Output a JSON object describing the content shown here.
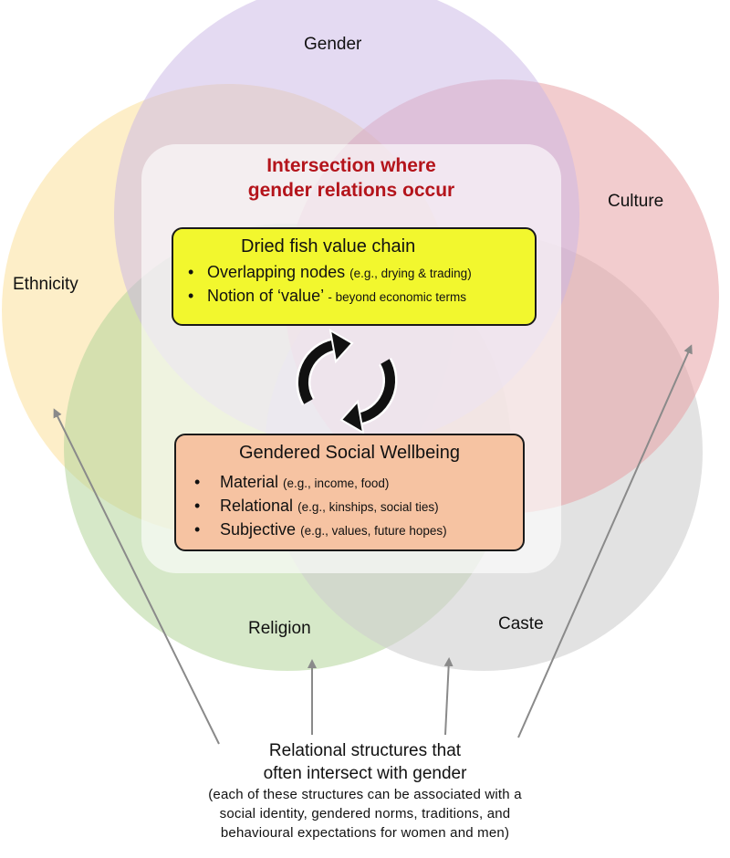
{
  "circles": {
    "gender": "Gender",
    "culture": "Culture",
    "ethnicity": "Ethnicity",
    "religion": "Religion",
    "caste": "Caste"
  },
  "colors": {
    "gender": "#c9b6e6",
    "culture": "#e7a3a6",
    "ethnicity": "#fbe09a",
    "religion": "#b5d69a",
    "caste": "#cfcfcf",
    "intersection_title": "#b4141b",
    "value_box": "#f2f72e",
    "wellbeing_box": "#f6c3a2"
  },
  "intersection": {
    "title_line1": "Intersection where",
    "title_line2": "gender relations occur"
  },
  "value_chain": {
    "title": "Dried fish value chain",
    "items": [
      {
        "main": "Overlapping nodes",
        "detail": "(e.g., drying & trading)"
      },
      {
        "main": "Notion of ‘value’",
        "detail": "- beyond economic terms"
      }
    ]
  },
  "cycle_icon": "circular-arrows-icon",
  "wellbeing": {
    "title": "Gendered Social Wellbeing",
    "items": [
      {
        "main": "Material",
        "detail": "(e.g., income, food)"
      },
      {
        "main": "Relational",
        "detail": "(e.g., kinships, social ties)"
      },
      {
        "main": "Subjective",
        "detail": "(e.g., values, future hopes)"
      }
    ]
  },
  "footer": {
    "line1": "Relational structures that",
    "line2": "often intersect with gender",
    "note1": "(each of these structures can be associated with a",
    "note2": "social identity, gendered norms, traditions, and",
    "note3": "behavioural expectations for women and men)"
  }
}
